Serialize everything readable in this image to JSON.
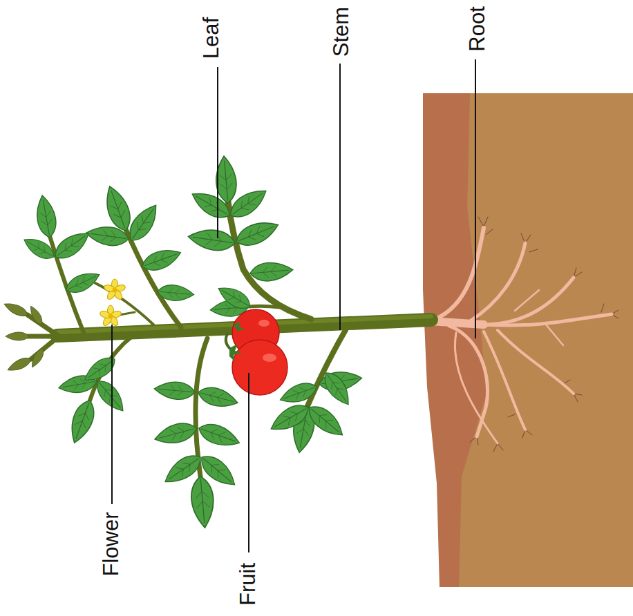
{
  "diagram": {
    "labels": [
      "Leaf",
      "Stem",
      "Root",
      "Flower",
      "Fruit"
    ]
  }
}
